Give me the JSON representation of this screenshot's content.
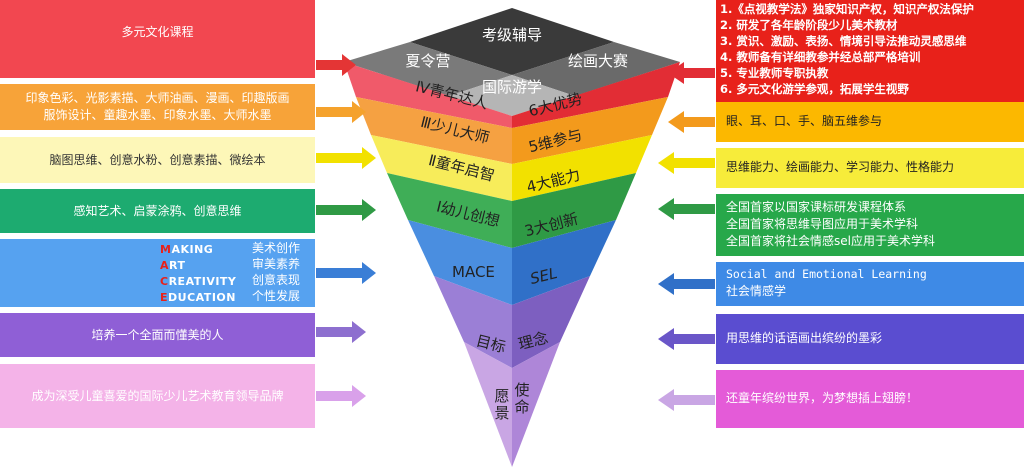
{
  "top_labels": [
    "考级辅导",
    "夏令营",
    "绘画大赛",
    "国际游学"
  ],
  "left_levels": [
    "Ⅳ青年达人",
    "Ⅲ少儿大师",
    "Ⅱ童年启智",
    "Ⅰ幼儿创想",
    "MACE",
    "目标",
    "愿景"
  ],
  "right_levels": [
    "6大优势",
    "5维参与",
    "4大能力",
    "3大创新",
    "SEL",
    "理念",
    "使命"
  ],
  "left_texts": {
    "b1": "多元文化课程",
    "b2_l1": "印象色彩、光影素描、大师油画、漫画、印趣版画",
    "b2_l2": "服饰设计、童趣水墨、印象水墨、大师水墨",
    "b3": "脑图思维、创意水粉、创意素描、微绘本",
    "b4": "感知艺术、启蒙涂鸦、创意思维",
    "b6": "培养一个全面而懂美的人",
    "b7": "成为深受儿童喜爱的国际少儿艺术教育领导品牌"
  },
  "mace": [
    {
      "initial": "M",
      "rest": "AKING",
      "cn": "美术创作"
    },
    {
      "initial": "A",
      "rest": "RT",
      "cn": "审美素养"
    },
    {
      "initial": "C",
      "rest": "REATIVITY",
      "cn": "创意表现"
    },
    {
      "initial": "E",
      "rest": "DUCATION",
      "cn": "个性发展"
    }
  ],
  "right_texts": {
    "b1": [
      "1.《点视教学法》独家知识产权，知识产权法保护",
      "2. 研发了各年龄阶段少儿美术教材",
      "3. 赏识、激励、表扬、情境引导法推动灵感思维",
      "4. 教师备有详细教参并经总部严格培训",
      "5. 专业教师专职执教",
      "6. 多元文化游学参观，拓展学生视野"
    ],
    "b2": "眼、耳、口、手、脑五维参与",
    "b3": "思维能力、绘画能力、学习能力、性格能力",
    "b4": [
      "全国首家以国家课标研发课程体系",
      "全国首家将思维导图应用于美术学科",
      "全国首家将社会情感sel应用于美术学科"
    ],
    "b5_l1": "Social and Emotional Learning",
    "b5_l2": "社会情感学",
    "b6": "用思维的话语画出缤纷的墨彩",
    "b7": "还童年缤纷世界，为梦想插上翅膀！"
  }
}
